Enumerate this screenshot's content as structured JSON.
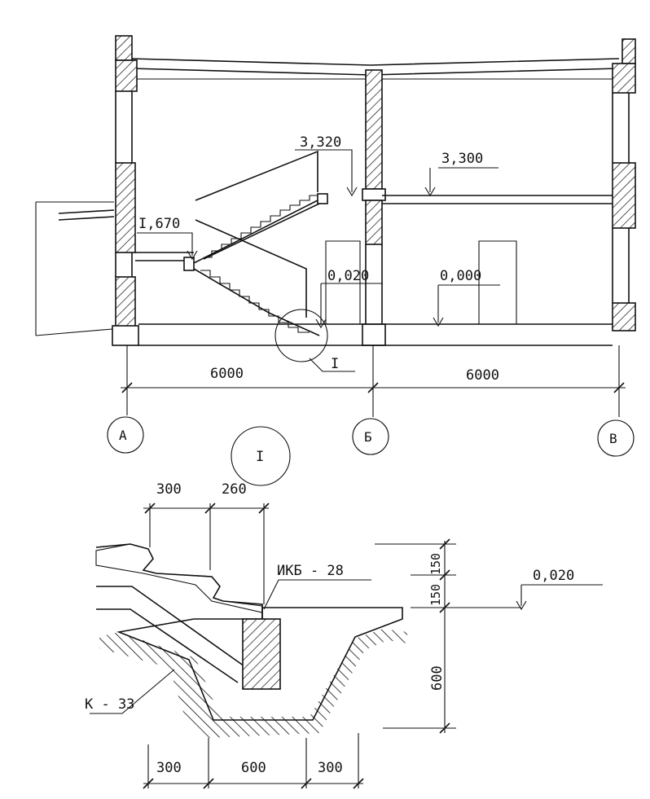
{
  "section": {
    "levels": {
      "landing_upper": "3,320",
      "floor_upper": "3,300",
      "landing_mid": "I,670",
      "stair_base": "0,020",
      "ground": "0,000"
    },
    "dimensions": {
      "bay_left": "6000",
      "bay_right": "6000"
    },
    "axes": [
      "А",
      "Б",
      "В"
    ],
    "callout": "I"
  },
  "detail": {
    "title": "I",
    "top_dims": [
      "300",
      "260"
    ],
    "bottom_dims": [
      "300",
      "600",
      "300"
    ],
    "side_dims": [
      "150",
      "150",
      "600"
    ],
    "level": "0,020",
    "labels": {
      "beam": "ИКБ - 28",
      "stringer": "К - 33"
    }
  }
}
